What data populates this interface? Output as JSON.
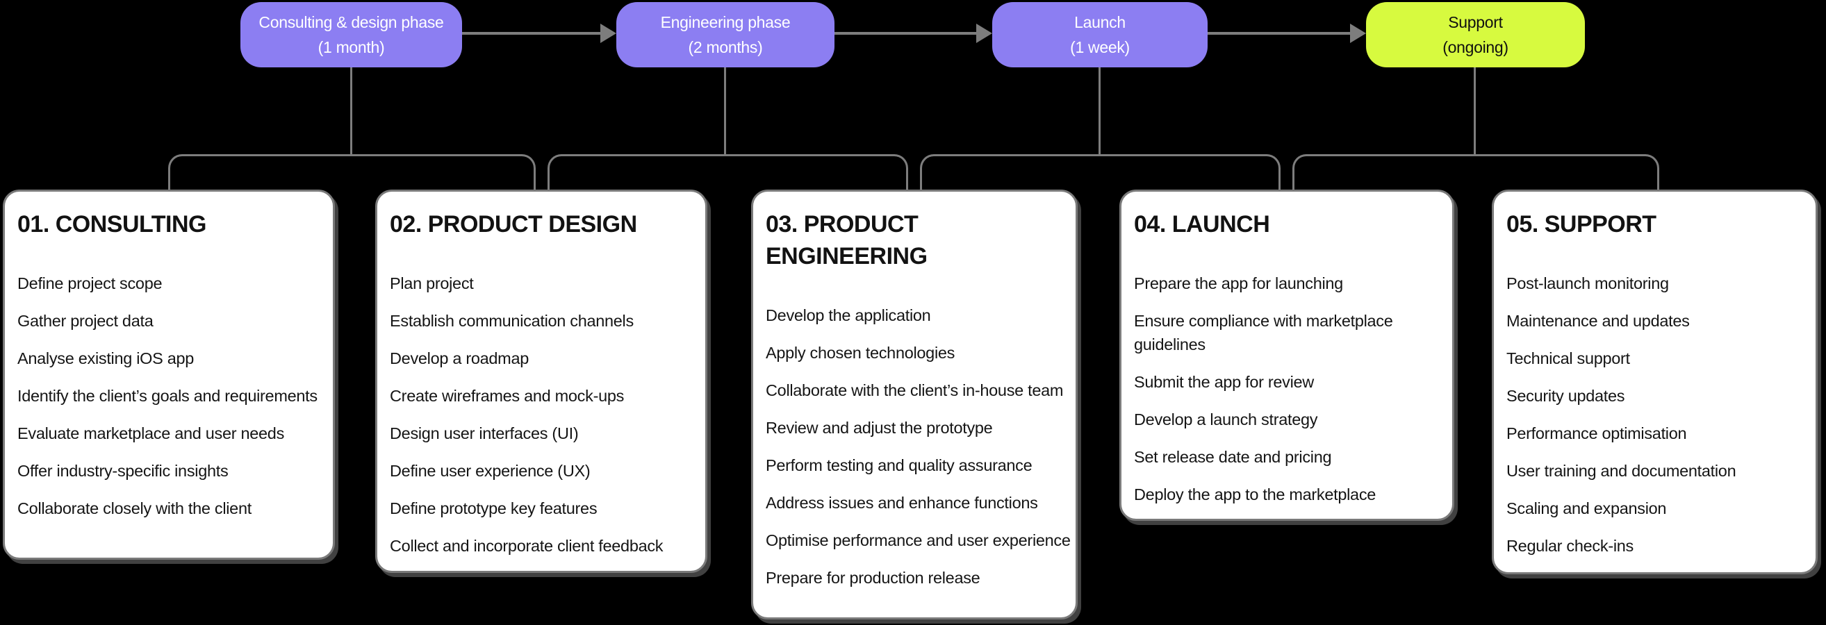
{
  "colors": {
    "phase_purple": "#8C7EF2",
    "phase_green": "#D7FA3F",
    "phase_text_light": "#FFFFFF",
    "phase_text_dark": "#101010",
    "connector_gray": "#7D7D7D",
    "card_background": "#FFFFFF",
    "page_background": "#000000"
  },
  "phases": [
    {
      "name": "Consulting & design phase",
      "duration": "(1 month)",
      "color": "#8C7EF2",
      "text_color": "#FFFFFF"
    },
    {
      "name": "Engineering phase",
      "duration": "(2 months)",
      "color": "#8C7EF2",
      "text_color": "#FFFFFF"
    },
    {
      "name": "Launch",
      "duration": "(1 week)",
      "color": "#8C7EF2",
      "text_color": "#FFFFFF"
    },
    {
      "name": "Support",
      "duration": "(ongoing)",
      "color": "#D7FA3F",
      "text_color": "#101010"
    }
  ],
  "cards": [
    {
      "title": "01. CONSULTING",
      "items": [
        "Define project scope",
        "Gather project data",
        "Analyse existing iOS app",
        "Identify the client’s goals and requirements",
        "Evaluate marketplace and user needs",
        "Offer industry-specific insights",
        "Collaborate closely with the client"
      ]
    },
    {
      "title": "02. PRODUCT DESIGN",
      "items": [
        "Plan project",
        "Establish communication channels",
        "Develop a roadmap",
        "Create wireframes and mock-ups",
        "Design user interfaces (UI)",
        "Define user experience (UX)",
        "Define prototype key features",
        "Collect and incorporate client feedback"
      ]
    },
    {
      "title": "03. PRODUCT ENGINEERING",
      "items": [
        "Develop the application",
        "Apply chosen technologies",
        "Collaborate with the client’s in-house team",
        "Review and adjust the prototype",
        "Perform testing and quality assurance",
        "Address issues and enhance functions",
        "Optimise performance and user experience",
        "Prepare for production release"
      ]
    },
    {
      "title": "04. LAUNCH",
      "items": [
        "Prepare the app for launching",
        "Ensure compliance with marketplace guidelines",
        "Submit the app for review",
        "Develop a launch strategy",
        "Set release date and pricing",
        "Deploy the app to the marketplace"
      ]
    },
    {
      "title": "05. SUPPORT",
      "items": [
        "Post-launch monitoring",
        "Maintenance and updates",
        "Technical support",
        "Security updates",
        "Performance optimisation",
        "User training and documentation",
        "Scaling and expansion",
        "Regular check-ins"
      ]
    }
  ]
}
